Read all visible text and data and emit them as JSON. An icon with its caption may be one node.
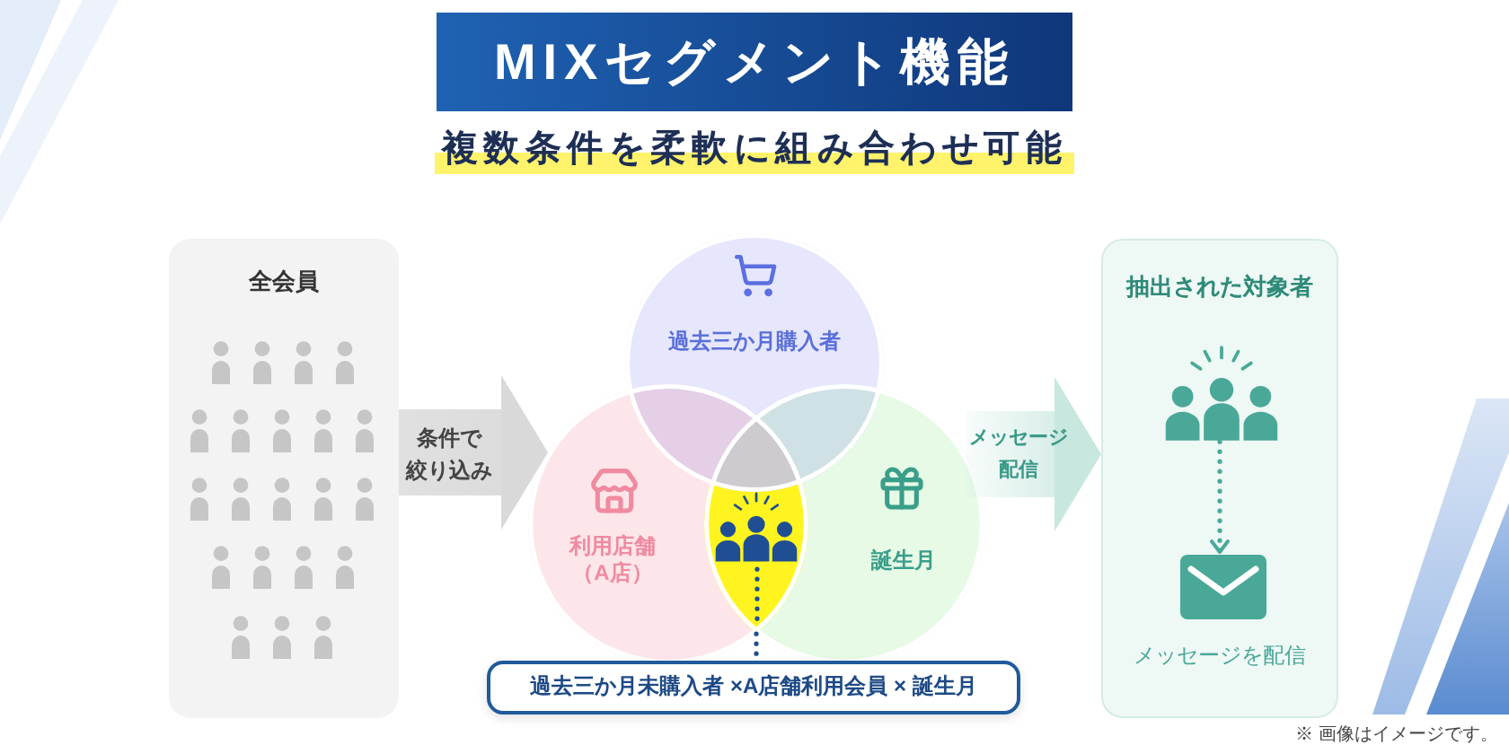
{
  "diagram": {
    "title": "MIXセグメント機能",
    "nodes": [
      {
        "text": [
          "全会員"
        ]
      },
      {
        "text": [
          "過去三か月購入者"
        ]
      },
      {
        "text": [
          "利用店舗（A店）"
        ]
      },
      {
        "text": [
          "誕生月"
        ]
      },
      {
        "text": [],
        "shape": "picture"
      },
      {
        "text": [
          "過去三か月未購入者 ×A店舗利用会員 × 誕生月"
        ]
      },
      {
        "text": [
          "抽出された対象者",
          "メッセージを配信"
        ]
      },
      {
        "text": [],
        "shape": "picture",
        "in": 6
      },
      {
        "text": [],
        "shape": "picture",
        "in": 6
      }
    ],
    "edges": [
      {
        "from": 0,
        "to": 2,
        "arrow": "to",
        "label": "条件で絞り込み",
        "style": "thick",
        "color": "#d9d9d9"
      },
      {
        "from": 3,
        "to": 6,
        "arrow": "to",
        "label": "メッセージ配信",
        "style": "thick",
        "color": "#c8e7df"
      },
      {
        "from": 4,
        "to": 5,
        "arrow": "none",
        "style": "dashed",
        "color": "#1f4f92"
      },
      {
        "from": 7,
        "to": 8,
        "arrow": "to",
        "style": "dashed",
        "color": "#4aa898"
      }
    ],
    "labels": [
      "複数条件を柔軟に組み合わせ可能",
      "※ 画像はイメージです。"
    ]
  }
}
